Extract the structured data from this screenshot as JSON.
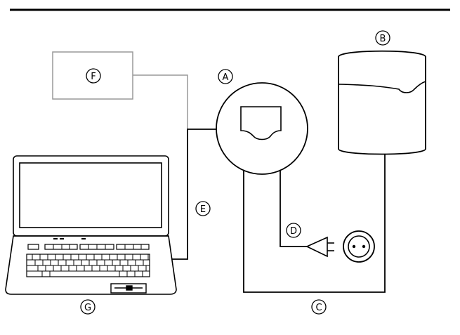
{
  "labels": {
    "a": "A",
    "b": "B",
    "c": "C",
    "d": "D",
    "e": "E",
    "f": "F",
    "g": "G"
  },
  "colors": {
    "line": "#000000",
    "gray_line": "#999999",
    "background": "#ffffff"
  },
  "components": {
    "a": "interface-unit",
    "b": "tank",
    "c": "cable",
    "d": "power-plug",
    "e": "data-cable",
    "f": "auxiliary-box",
    "g": "laptop"
  }
}
